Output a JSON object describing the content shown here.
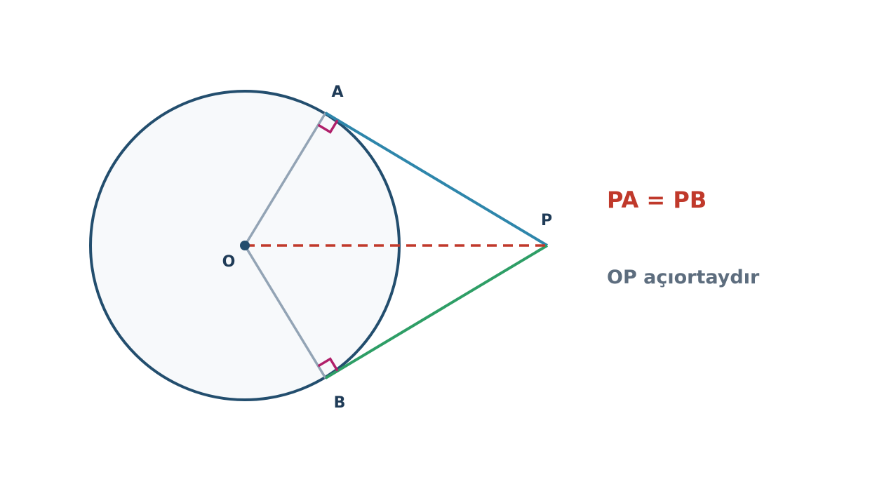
{
  "labels": {
    "center": "O",
    "tangent_point_a": "A",
    "tangent_point_b": "B",
    "external_point": "P"
  },
  "annotations": {
    "equality": "PA = PB",
    "bisector_note": "OP açıortaydır"
  },
  "colors": {
    "circle_stroke": "#234e6e",
    "circle_fill": "#f7f9fb",
    "radius": "#93a4b5",
    "tangent_pa": "#2e86ab",
    "tangent_pb": "#2e9e66",
    "segment_op": "#c0392b",
    "right_angle_mark": "#b0206a",
    "labels": "#1f3b57",
    "equality_text": "#c0392b",
    "note_text": "#5d6d7e"
  }
}
